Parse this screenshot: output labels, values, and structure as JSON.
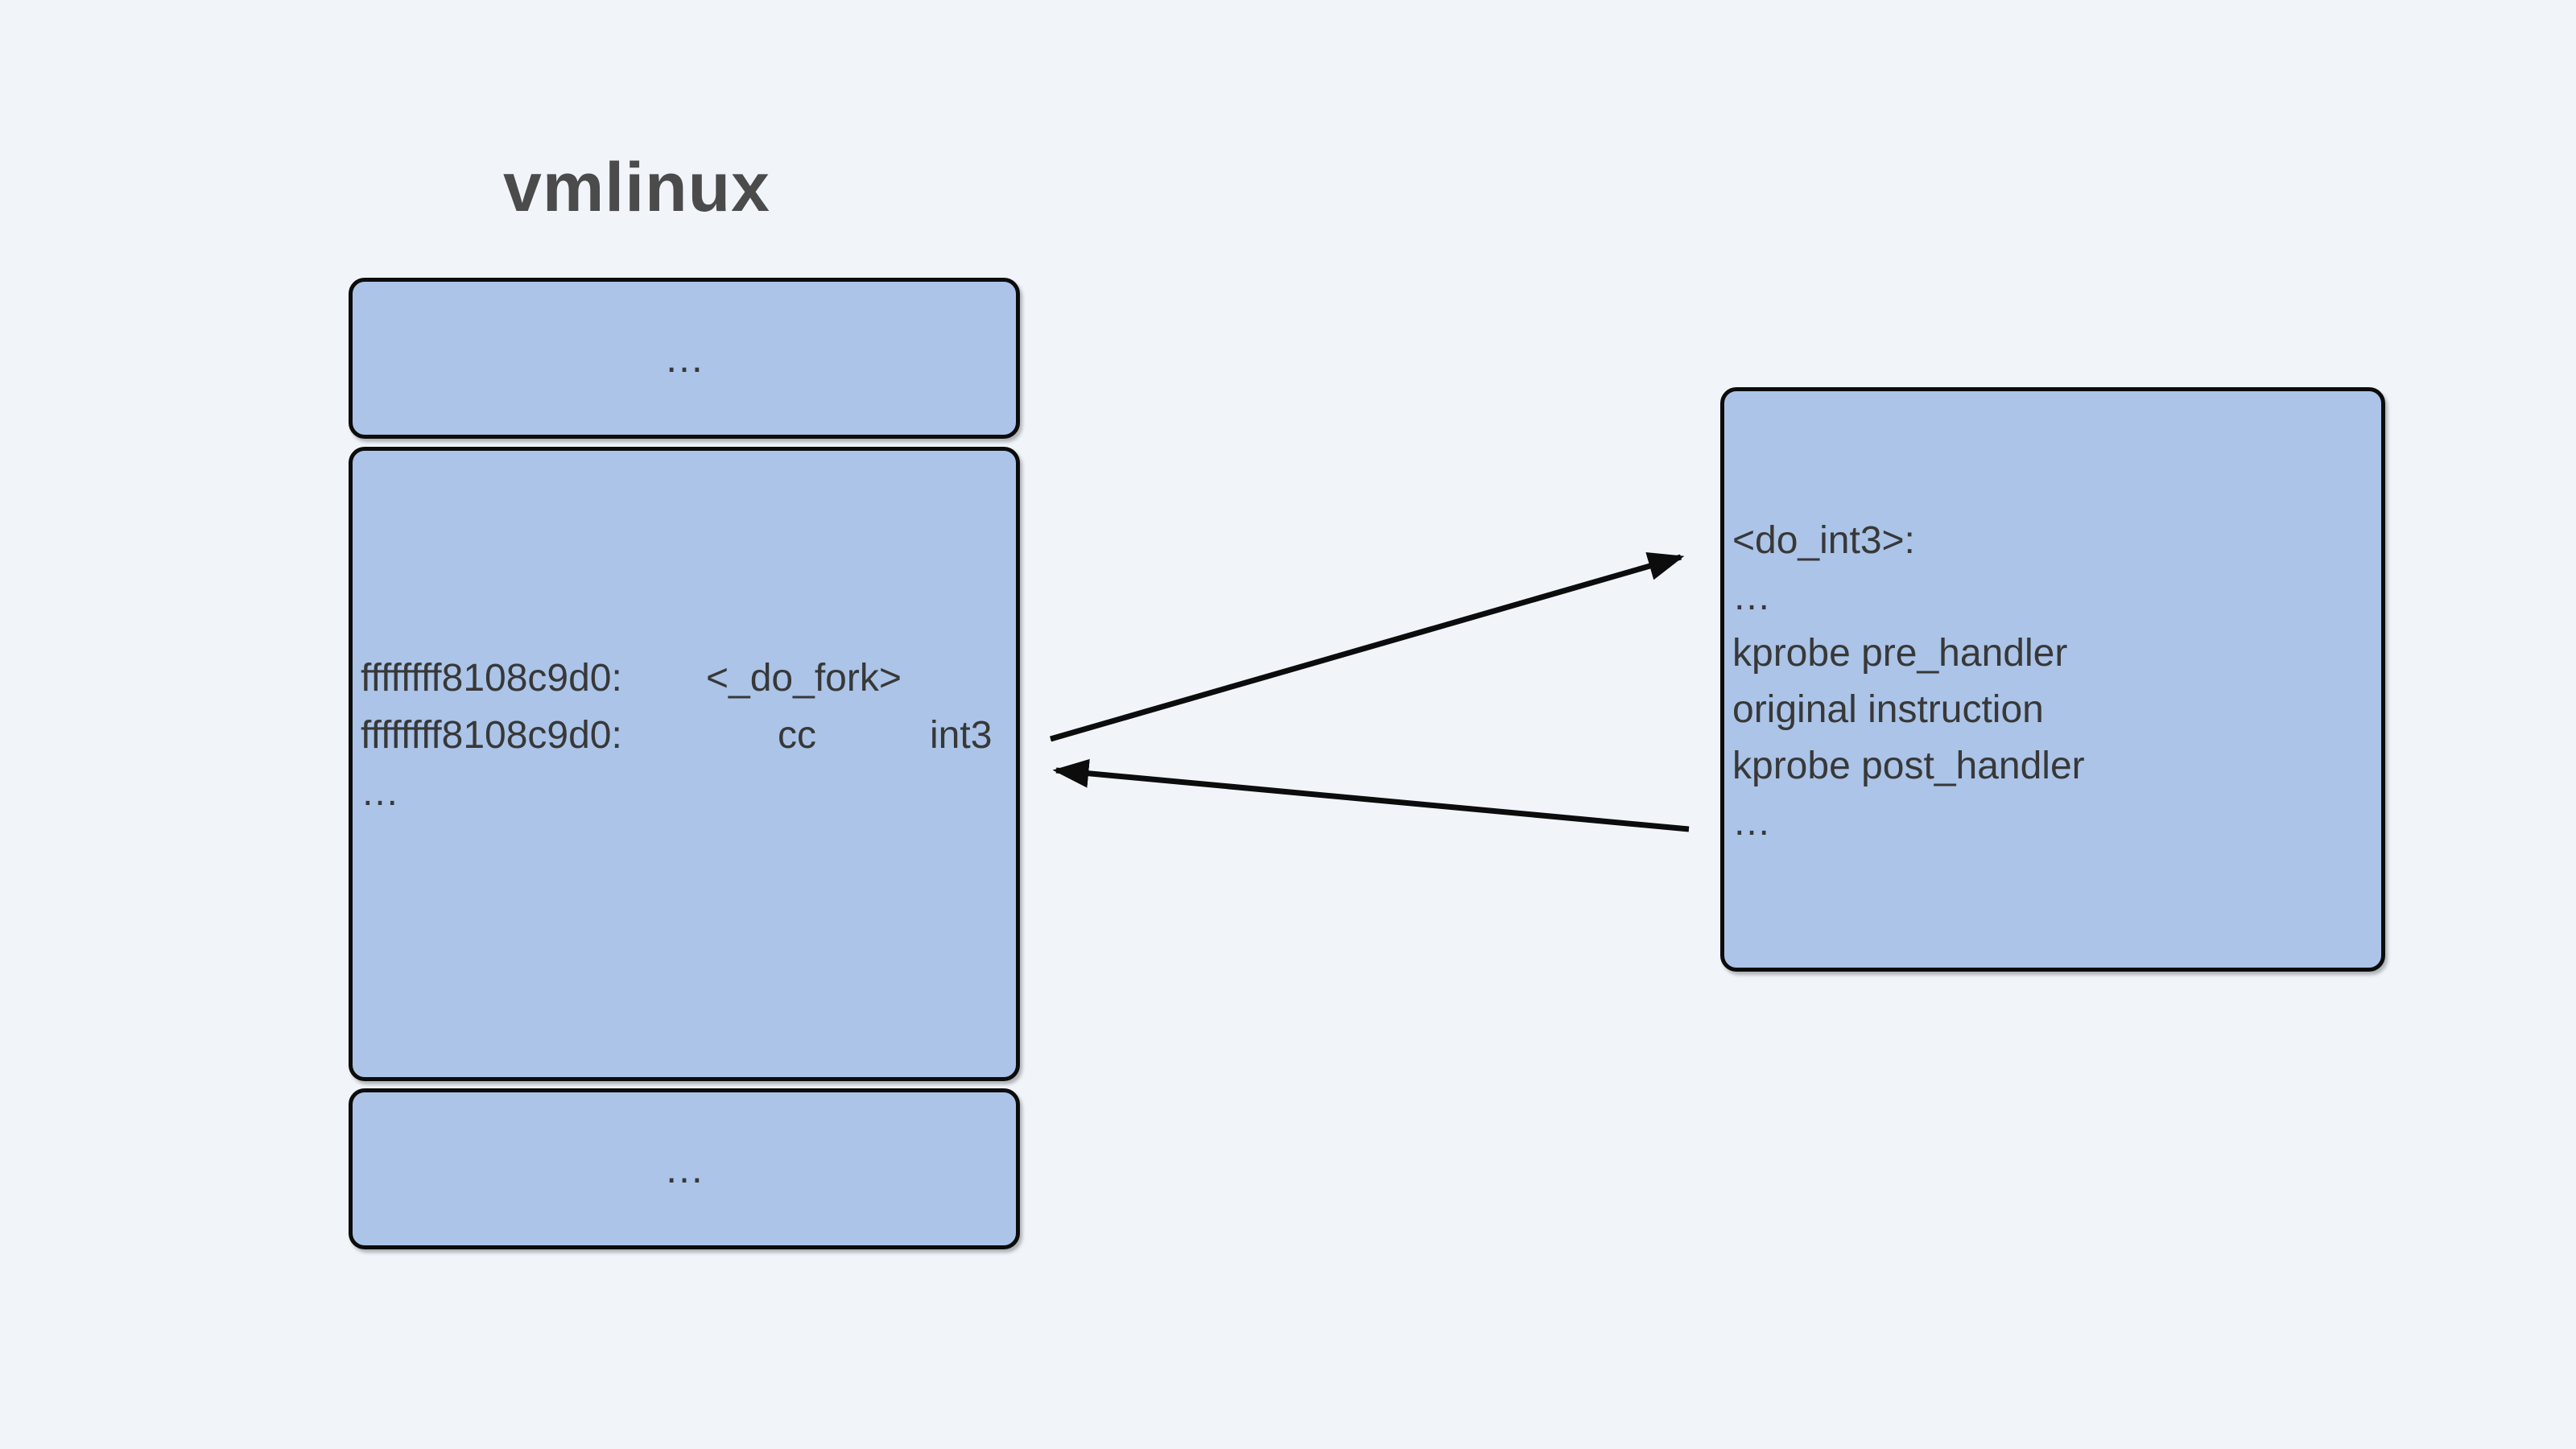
{
  "title": "vmlinux",
  "colors": {
    "background": "#f1f5fa",
    "box_fill": "#abc4e8",
    "box_border": "#0c0c0c",
    "text": "#383838",
    "title_color": "#4b4b4b",
    "arrow": "#0c0c0c"
  },
  "vmlinux_column": {
    "top_box_ellipsis": "…",
    "code_box": {
      "line1": {
        "address": "ffffffff8108c9d0:",
        "symbol": "<_do_fork>"
      },
      "line2": {
        "address": "ffffffff8108c9d0:",
        "bytes": "cc",
        "mnemonic": "int3"
      },
      "line3_ellipsis": "…"
    },
    "bottom_box_ellipsis": "…"
  },
  "handler_box": {
    "lines": [
      "<do_int3>:",
      "…",
      "kprobe pre_handler",
      "original instruction",
      "kprobe post_handler",
      "…"
    ]
  }
}
